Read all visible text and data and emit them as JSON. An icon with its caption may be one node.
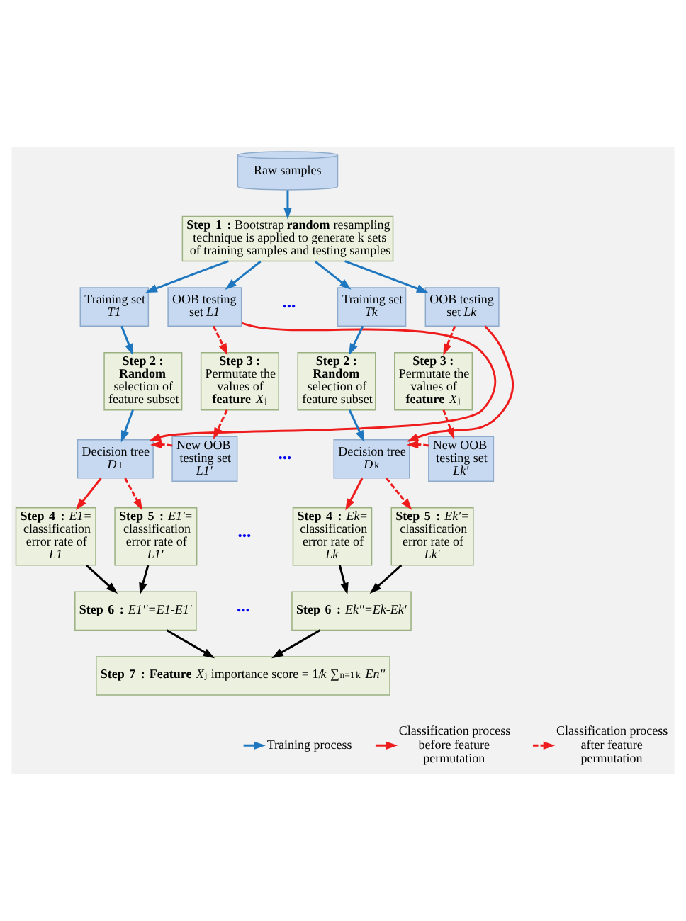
{
  "diagram": {
    "nodes": [
      {
        "text": [
          "Raw samples"
        ]
      },
      {
        "text": [
          "**Step 1 :** Bootstrap **random** resampling technique is applied to generate k sets of training samples and testing samples"
        ]
      },
      {
        "text": [
          "Training set *T1*"
        ]
      },
      {
        "text": [
          "OOB testing set *L1*"
        ]
      },
      {
        "text": [
          "Training set *Tk*"
        ]
      },
      {
        "text": [
          "OOB testing set *Lk*"
        ]
      },
      {
        "text": [
          "Step 2 :",
          "**Random** selection of feature subset"
        ]
      },
      {
        "text": [
          "Step 3 :",
          "Permutate the values of **feature** *X*$_{j}$"
        ]
      },
      {
        "text": [
          "Step 2 :",
          "**Random** selection of feature subset"
        ]
      },
      {
        "text": [
          "Step 3 :",
          "Permutate the values of **feature** *X*$_{j}$"
        ]
      },
      {
        "text": [
          "Decision tree *D*$_{1}$"
        ]
      },
      {
        "text": [
          "New OOB testing set *L1'*"
        ]
      },
      {
        "text": [
          "Decision tree *D*$_{k}$"
        ]
      },
      {
        "text": [
          "New OOB testing set *Lk'*"
        ]
      },
      {
        "text": [
          "**Step 4 :** *E1*= classification error rate of *L1*"
        ]
      },
      {
        "text": [
          "**Step 5 :** *E1'*= classification error rate of *L1'*"
        ]
      },
      {
        "text": [
          "**Step 4 :** *Ek*= classification error rate of *Lk*"
        ]
      },
      {
        "text": [
          "**Step 5 :** *Ek'*= classification error rate of *Lk'*"
        ]
      },
      {
        "text": [
          "**Step 6 :** *E1''=E1-E1'*"
        ]
      },
      {
        "text": [
          "**Step 6 :** *Ek''=Ek-Ek'*"
        ]
      },
      {
        "text": [
          "**Step 7 :** **Feature** *X*$_{j}$ importance score = 1/*k* ∑$_{n=1}$$^{k}$ *En''*"
        ]
      }
    ],
    "edges": [
      {
        "from": 0,
        "to": 1,
        "arrow": "to",
        "color": "#1f77c0"
      },
      {
        "from": 1,
        "to": 2,
        "arrow": "to",
        "color": "#1f77c0"
      },
      {
        "from": 1,
        "to": 3,
        "arrow": "to",
        "color": "#1f77c0"
      },
      {
        "from": 1,
        "to": 4,
        "arrow": "to",
        "color": "#1f77c0"
      },
      {
        "from": 1,
        "to": 5,
        "arrow": "to",
        "color": "#1f77c0"
      },
      {
        "from": 2,
        "to": 6,
        "arrow": "to",
        "color": "#1f77c0"
      },
      {
        "from": 4,
        "to": 8,
        "arrow": "to",
        "color": "#1f77c0"
      },
      {
        "from": 6,
        "to": 10,
        "arrow": "to",
        "color": "#1f77c0"
      },
      {
        "from": 8,
        "to": 12,
        "arrow": "to",
        "color": "#1f77c0"
      },
      {
        "from": 3,
        "to": 10,
        "arrow": "to",
        "color": "#ee1c1c"
      },
      {
        "from": 3,
        "to": 7,
        "arrow": "to",
        "style": "dashed",
        "color": "#ee1c1c"
      },
      {
        "from": 7,
        "to": 11,
        "arrow": "to",
        "style": "dashed",
        "color": "#ee1c1c"
      },
      {
        "from": 11,
        "to": 10,
        "arrow": "to",
        "style": "dashed",
        "color": "#ee1c1c"
      },
      {
        "from": 5,
        "to": 12,
        "arrow": "to",
        "color": "#ee1c1c"
      },
      {
        "from": 5,
        "to": 9,
        "arrow": "to",
        "style": "dashed",
        "color": "#ee1c1c"
      },
      {
        "from": 9,
        "to": 13,
        "arrow": "to",
        "style": "dashed",
        "color": "#ee1c1c"
      },
      {
        "from": 13,
        "to": 12,
        "arrow": "to",
        "style": "dashed",
        "color": "#ee1c1c"
      },
      {
        "from": 10,
        "to": 14,
        "arrow": "to",
        "color": "#ee1c1c"
      },
      {
        "from": 10,
        "to": 15,
        "arrow": "to",
        "style": "dashed",
        "color": "#ee1c1c"
      },
      {
        "from": 12,
        "to": 16,
        "arrow": "to",
        "color": "#ee1c1c"
      },
      {
        "from": 12,
        "to": 17,
        "arrow": "to",
        "style": "dashed",
        "color": "#ee1c1c"
      },
      {
        "from": 14,
        "to": 18,
        "arrow": "to",
        "color": "#000000"
      },
      {
        "from": 15,
        "to": 18,
        "arrow": "to",
        "color": "#000000"
      },
      {
        "from": 16,
        "to": 19,
        "arrow": "to",
        "color": "#000000"
      },
      {
        "from": 17,
        "to": 19,
        "arrow": "to",
        "color": "#000000"
      },
      {
        "from": 18,
        "to": 20,
        "arrow": "to",
        "color": "#000000"
      },
      {
        "from": 19,
        "to": 20,
        "arrow": "to",
        "color": "#000000"
      }
    ],
    "labels": [
      "•••",
      "•••",
      "•••",
      "•••"
    ],
    "legend": [
      {
        "text": "Training process"
      },
      {
        "text": "Classification process before feature permutation"
      },
      {
        "text": "Classification process after feature permutation"
      }
    ]
  }
}
